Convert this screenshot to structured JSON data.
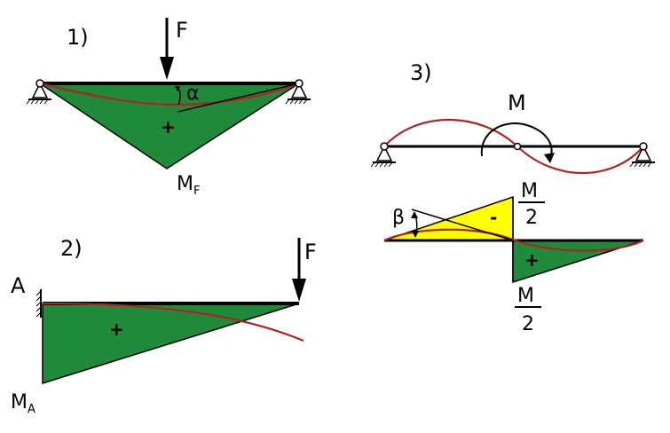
{
  "colors": {
    "green": "#1e8a3a",
    "yellow": "#ffff00",
    "red": "#b22222",
    "black": "#000000"
  },
  "panel1": {
    "number": "1)",
    "force": "F",
    "angle": "α",
    "sign": "+",
    "moment_main": "M",
    "moment_sub": "F"
  },
  "panel2": {
    "number": "2)",
    "force": "F",
    "support": "A",
    "sign": "+",
    "moment_main": "M",
    "moment_sub": "A"
  },
  "panel3": {
    "number": "3)",
    "moment": "M",
    "angle": "β",
    "sign_negative": "-",
    "sign_positive": "+",
    "frac_top_num": "M",
    "frac_top_den": "2",
    "frac_bot_num": "M",
    "frac_bot_den": "2"
  }
}
